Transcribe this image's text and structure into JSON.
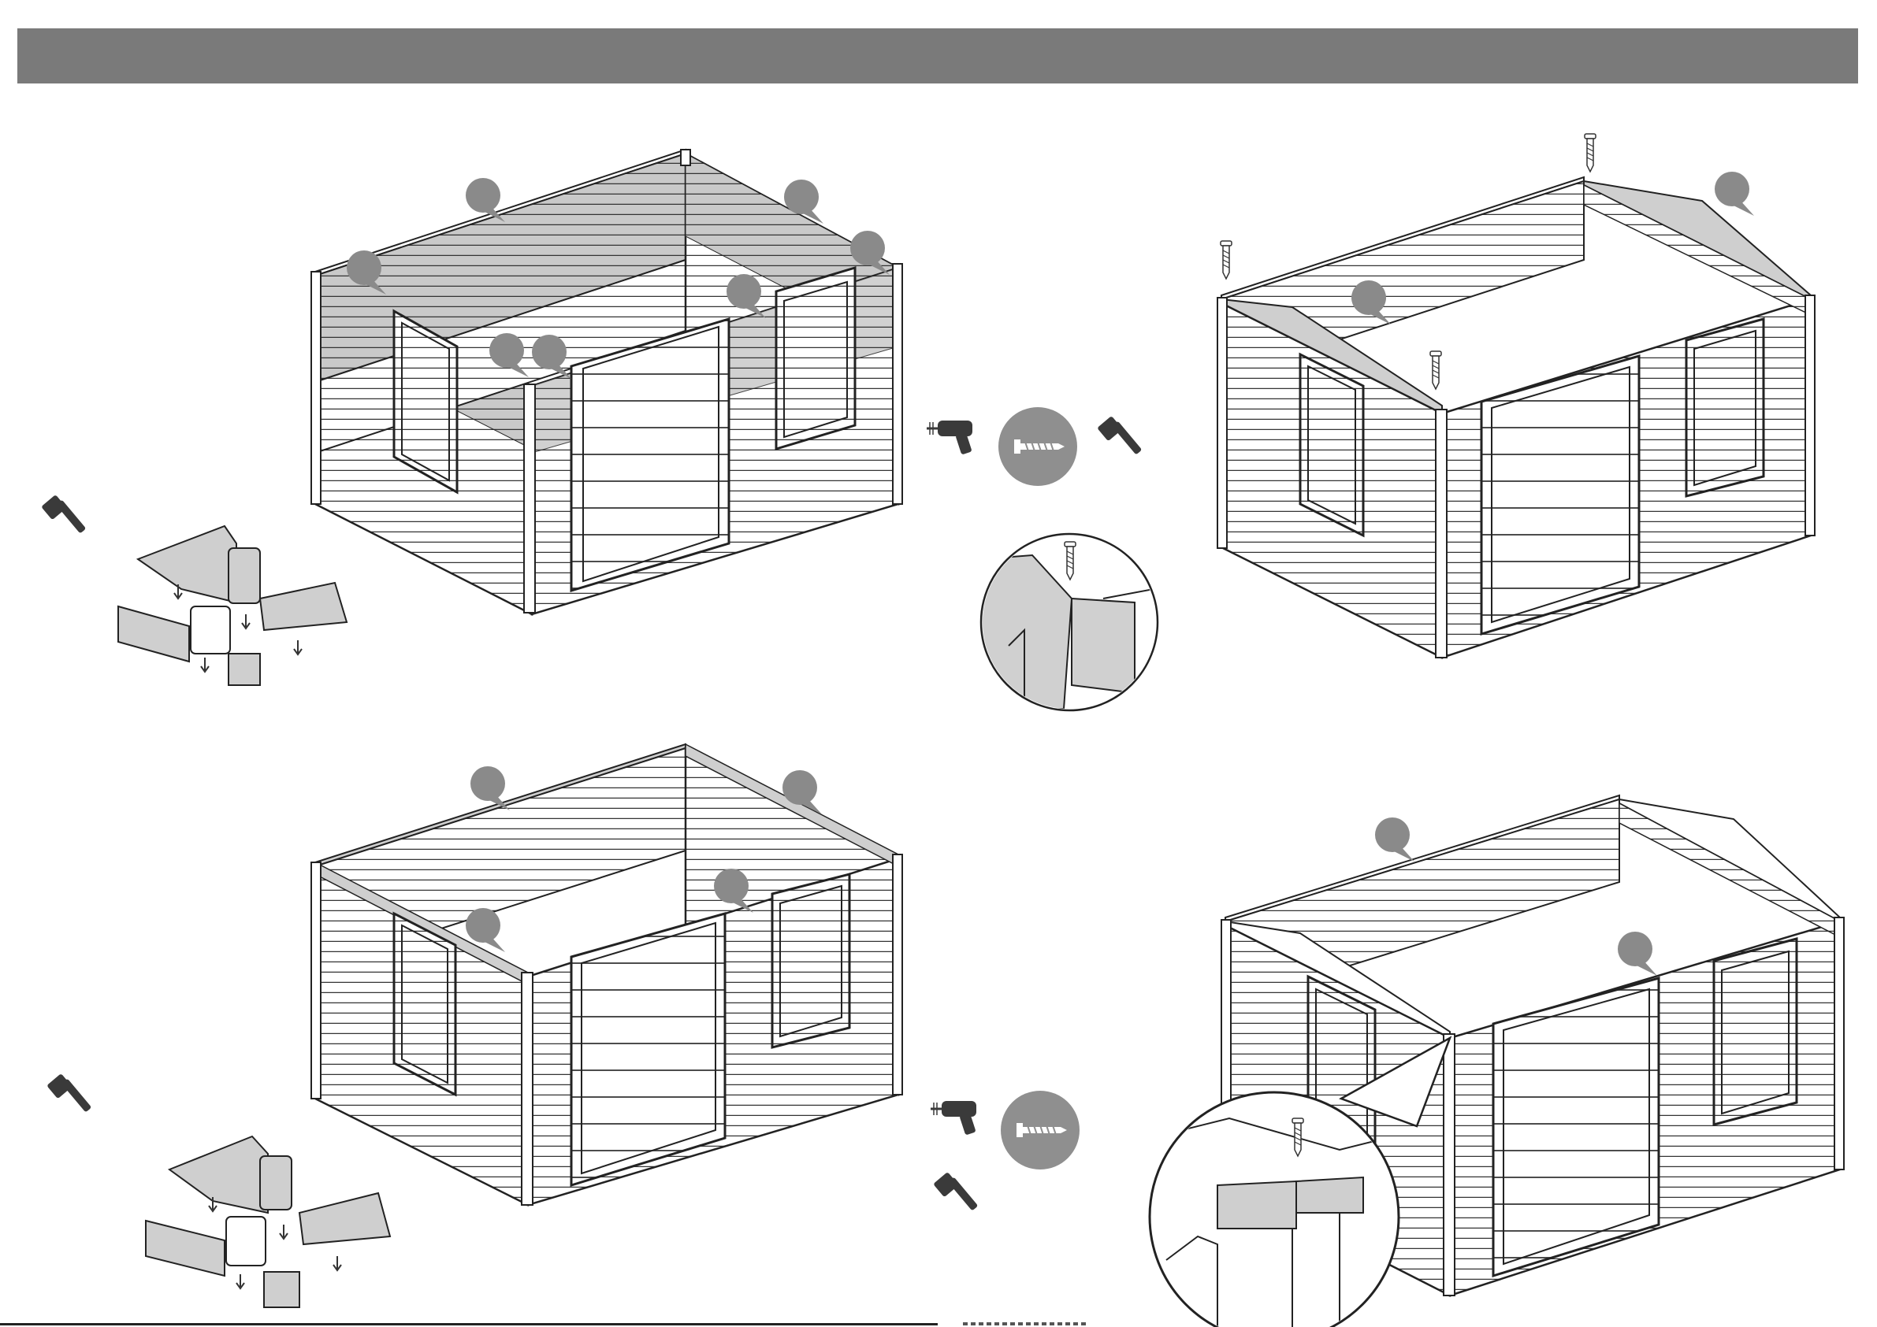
{
  "header": {
    "title": ""
  },
  "steps": [
    {
      "id": "step-top-left",
      "tools": [
        "hammer-icon"
      ],
      "callouts": 7
    },
    {
      "id": "step-top-right",
      "tools": [
        "drill-icon",
        "screw-icon",
        "hammer-icon"
      ],
      "callouts": 2
    },
    {
      "id": "step-bottom-left",
      "tools": [
        "hammer-icon"
      ],
      "callouts": 4
    },
    {
      "id": "step-bottom-right",
      "tools": [
        "drill-icon",
        "screw-icon",
        "hammer-icon"
      ],
      "callouts": 2
    }
  ],
  "colors": {
    "header": "#7a7a7a",
    "callout": "#8a8a8a",
    "highlight": "#c4c4c4",
    "line": "#222222",
    "detail_bg": "#d0d0d0"
  }
}
